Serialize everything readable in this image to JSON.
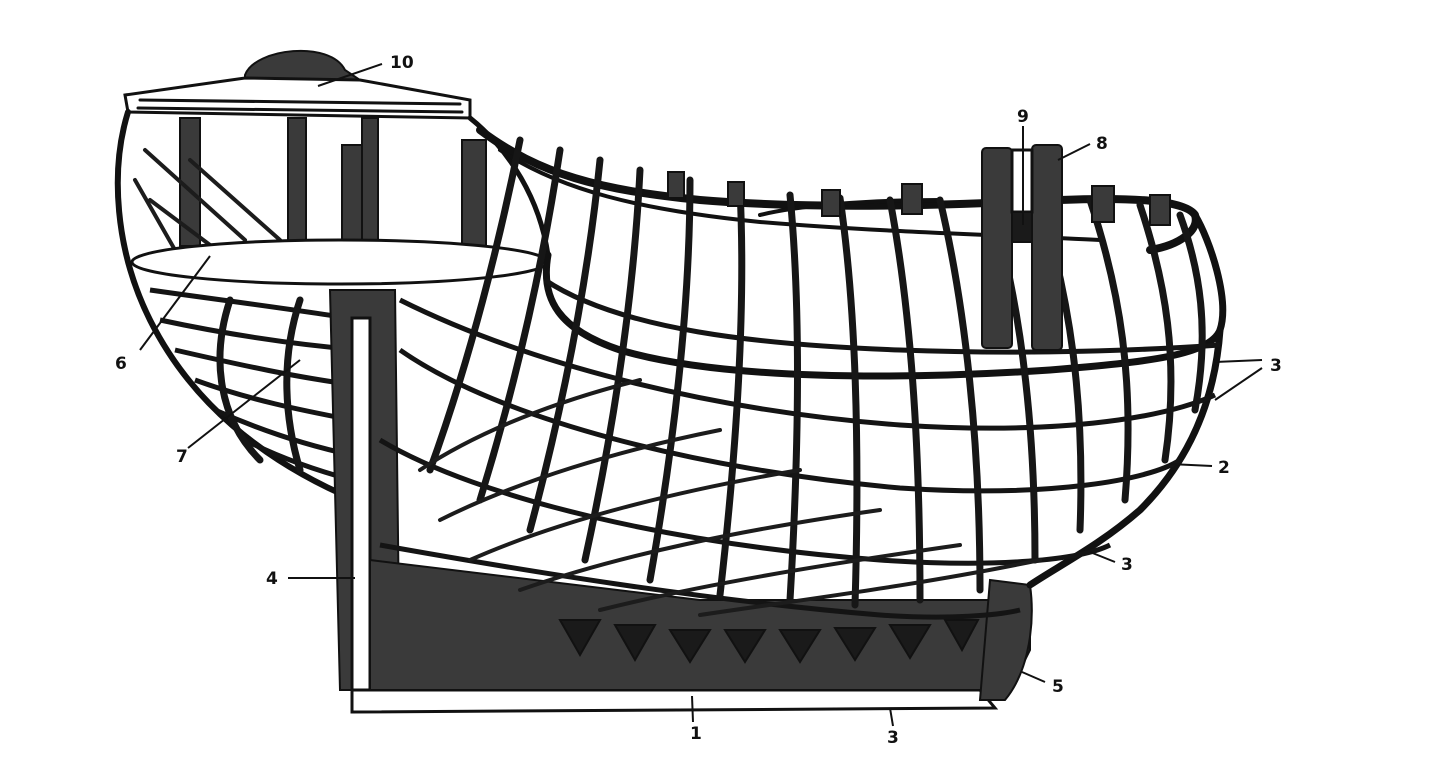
{
  "labels": {
    "l1": "1",
    "l2": "2",
    "l3a": "3",
    "l3b": "3",
    "l3c": "3",
    "l4": "4",
    "l5": "5",
    "l6": "6",
    "l7": "7",
    "l8": "8",
    "l9": "9",
    "l10": "10"
  }
}
